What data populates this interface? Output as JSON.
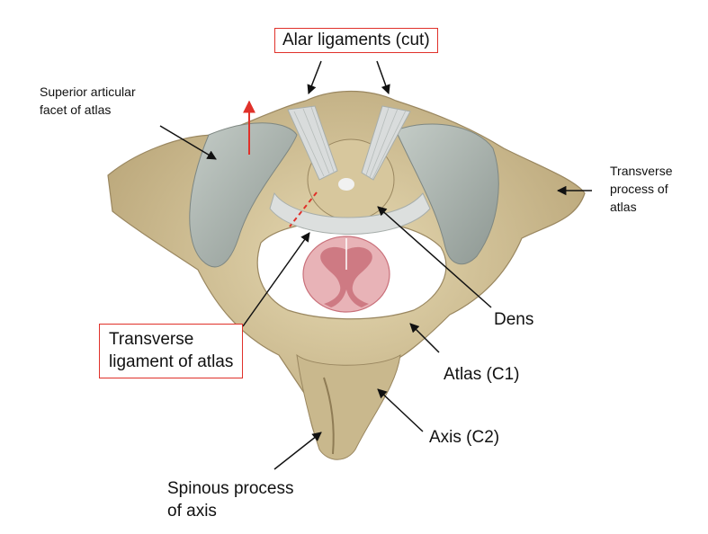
{
  "labels": {
    "alar": "Alar ligaments (cut)",
    "superior_facet_1": "Superior articular",
    "superior_facet_2": "facet of atlas",
    "transverse_process_1": "Transverse",
    "transverse_process_2": "process of",
    "transverse_process_3": "atlas",
    "transverse_lig_1": "Transverse",
    "transverse_lig_2": "ligament of atlas",
    "dens": "Dens",
    "atlas": "Atlas (C1)",
    "axis": "Axis (C2)",
    "spinous_1": "Spinous process",
    "spinous_2": "of axis"
  },
  "colors": {
    "bone": "#d8c9a0",
    "bone_shadow": "#b8a57a",
    "facet": "#a9b3ad",
    "ligament": "#d9dcdc",
    "cord": "#e8b3b7",
    "cord_gray": "#c9707a",
    "highlight": "#e0312a",
    "arrow": "#111111"
  }
}
